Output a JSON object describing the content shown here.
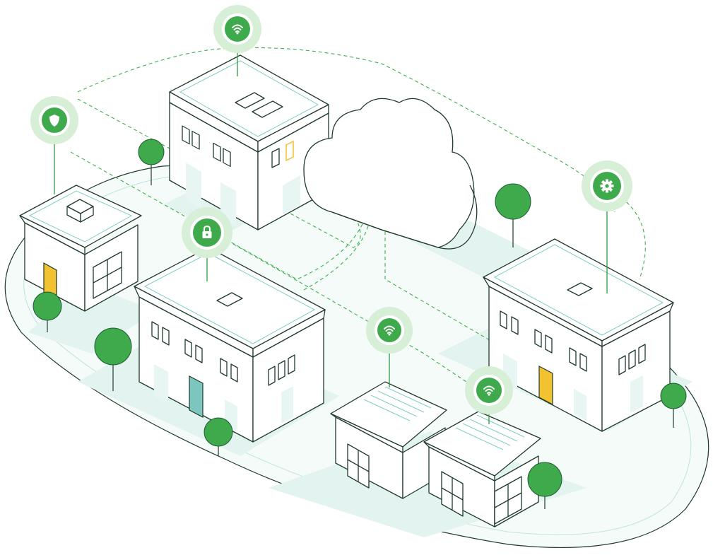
{
  "colors": {
    "accent": "#3faa4c",
    "accent_halo": "#d6efd6",
    "line": "#1f3a2c",
    "door_yellow": "#f2c230",
    "door_teal": "#7cc6bf",
    "ground": "#e3f3ef"
  },
  "markers": [
    {
      "name": "wifi-marker-top",
      "icon": "wifi-icon"
    },
    {
      "name": "shield-marker",
      "icon": "shield-icon"
    },
    {
      "name": "lock-marker",
      "icon": "lock-icon"
    },
    {
      "name": "gear-marker",
      "icon": "gear-icon"
    },
    {
      "name": "wifi-marker-center",
      "icon": "wifi-icon"
    },
    {
      "name": "wifi-marker-small-building",
      "icon": "wifi-icon"
    }
  ],
  "central_node": {
    "icon": "cloud-icon"
  }
}
